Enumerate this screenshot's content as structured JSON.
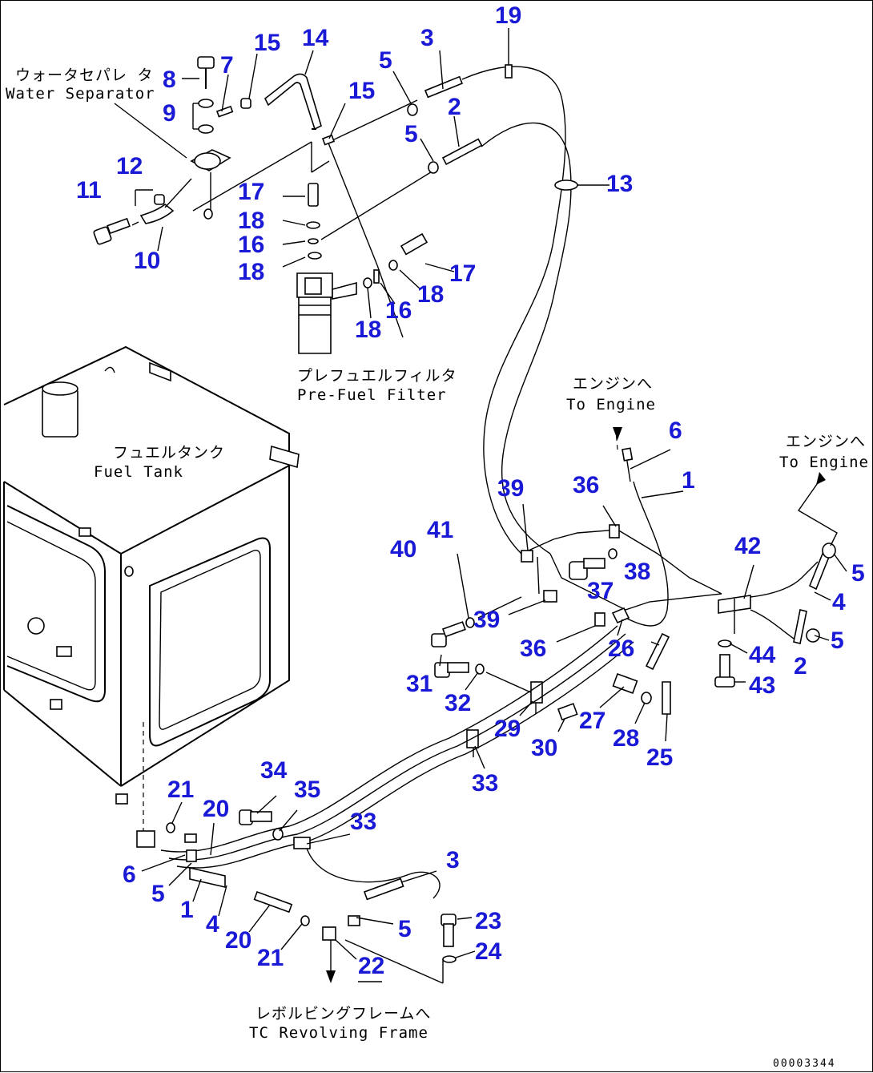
{
  "labels": {
    "water_separator_jp": "ウォータセパレ タ",
    "water_separator_en": "Water Separator",
    "pre_fuel_filter_jp": "プレフュエルフィルタ",
    "pre_fuel_filter_en": "Pre-Fuel Filter",
    "fuel_tank_jp": "フュエルタンク",
    "fuel_tank_en": "Fuel Tank",
    "to_engine1_jp": "エンジンへ",
    "to_engine1_en": "To Engine",
    "to_engine2_jp": "エンジンへ",
    "to_engine2_en": "To Engine",
    "revolving_jp": "レボルビングフレームへ",
    "revolving_en": "TC Revolving Frame",
    "drawing_code": "00003344"
  },
  "callouts": {
    "c19": "19",
    "c14": "14",
    "c3a": "3",
    "c15a": "15",
    "c7": "7",
    "c8": "8",
    "c5a": "5",
    "c2a": "2",
    "c9": "9",
    "c15b": "15",
    "c5b": "5",
    "c12": "12",
    "c11": "11",
    "c13": "13",
    "c17a": "17",
    "c18a": "18",
    "c16a": "16",
    "c10": "10",
    "c18b": "18",
    "c17b": "17",
    "c18c": "18",
    "c16b": "16",
    "c18d": "18",
    "c6a": "6",
    "c1a": "1",
    "c39a": "39",
    "c36a": "36",
    "c41": "41",
    "c40": "40",
    "c42": "42",
    "c5c": "5",
    "c38": "38",
    "c37": "37",
    "c4a": "4",
    "c39b": "39",
    "c5d": "5",
    "c36b": "36",
    "c26": "26",
    "c44": "44",
    "c2b": "2",
    "c31": "31",
    "c43": "43",
    "c32": "32",
    "c29": "29",
    "c27": "27",
    "c30": "30",
    "c28": "28",
    "c25": "25",
    "c33a": "33",
    "c34": "34",
    "c21a": "21",
    "c35": "35",
    "c20a": "20",
    "c33b": "33",
    "c6b": "6",
    "c5e": "5",
    "c1b": "1",
    "c3b": "3",
    "c4b": "4",
    "c23": "23",
    "c20b": "20",
    "c5f": "5",
    "c24": "24",
    "c21b": "21",
    "c22": "22"
  }
}
